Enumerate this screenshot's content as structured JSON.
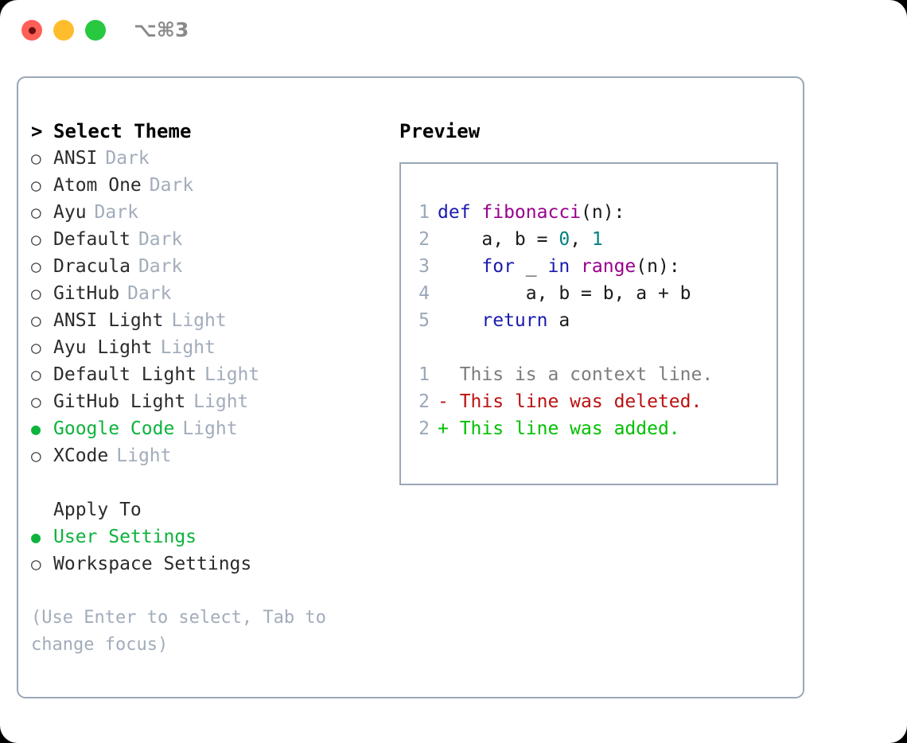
{
  "titlebar": {
    "shortcut": "⌥⌘3",
    "lights": [
      {
        "name": "close",
        "color": "#ff5f57"
      },
      {
        "name": "minimize",
        "color": "#ffbd2e"
      },
      {
        "name": "maximize",
        "color": "#28c840"
      }
    ]
  },
  "theme_picker": {
    "header_prompt": ">",
    "header_label": "Select Theme",
    "unselected_bullet": "○",
    "selected_bullet": "●",
    "items": [
      {
        "name": "ANSI",
        "tag": "Dark",
        "selected": false
      },
      {
        "name": "Atom One",
        "tag": "Dark",
        "selected": false
      },
      {
        "name": "Ayu",
        "tag": "Dark",
        "selected": false
      },
      {
        "name": "Default",
        "tag": "Dark",
        "selected": false
      },
      {
        "name": "Dracula",
        "tag": "Dark",
        "selected": false
      },
      {
        "name": "GitHub",
        "tag": "Dark",
        "selected": false
      },
      {
        "name": "ANSI Light",
        "tag": "Light",
        "selected": false
      },
      {
        "name": "Ayu Light",
        "tag": "Light",
        "selected": false
      },
      {
        "name": "Default Light",
        "tag": "Light",
        "selected": false
      },
      {
        "name": "GitHub Light",
        "tag": "Light",
        "selected": false
      },
      {
        "name": "Google Code",
        "tag": "Light",
        "selected": true
      },
      {
        "name": "XCode",
        "tag": "Light",
        "selected": false
      }
    ]
  },
  "apply_to": {
    "title": "Apply To",
    "options": [
      {
        "name": "User Settings",
        "selected": true
      },
      {
        "name": "Workspace Settings",
        "selected": false
      }
    ]
  },
  "hint": "(Use Enter to select, Tab to change focus)",
  "preview": {
    "title": "Preview",
    "code_lines": [
      {
        "number": "1",
        "tokens": [
          {
            "text": "def ",
            "type": "kw"
          },
          {
            "text": "fibonacci",
            "type": "fn"
          },
          {
            "text": "(n):",
            "type": "plain"
          }
        ]
      },
      {
        "number": "2",
        "tokens": [
          {
            "text": "    a, b = ",
            "type": "plain"
          },
          {
            "text": "0",
            "type": "num"
          },
          {
            "text": ", ",
            "type": "plain"
          },
          {
            "text": "1",
            "type": "num"
          }
        ]
      },
      {
        "number": "3",
        "tokens": [
          {
            "text": "    ",
            "type": "plain"
          },
          {
            "text": "for",
            "type": "kw"
          },
          {
            "text": " _ ",
            "type": "plain"
          },
          {
            "text": "in",
            "type": "kw"
          },
          {
            "text": " ",
            "type": "plain"
          },
          {
            "text": "range",
            "type": "fn"
          },
          {
            "text": "(n):",
            "type": "plain"
          }
        ]
      },
      {
        "number": "4",
        "tokens": [
          {
            "text": "        a, b = b, a + b",
            "type": "plain"
          }
        ]
      },
      {
        "number": "5",
        "tokens": [
          {
            "text": "    ",
            "type": "plain"
          },
          {
            "text": "return",
            "type": "kw"
          },
          {
            "text": " a",
            "type": "plain"
          }
        ]
      }
    ],
    "diff_lines": [
      {
        "number": "1",
        "marker": " ",
        "text": " This is a context line.",
        "type": "ctx"
      },
      {
        "number": "2",
        "marker": "-",
        "text": " This line was deleted.",
        "type": "del"
      },
      {
        "number": "2",
        "marker": "+",
        "text": " This line was added.",
        "type": "add"
      }
    ]
  },
  "colors": {
    "accent_green": "#0cb33c",
    "muted": "#a2acbb",
    "border": "#9aa7b8",
    "keyword": "#1a1ab0",
    "function": "#99008c",
    "number": "#008080",
    "diff_added": "#00c000",
    "diff_deleted": "#bb1111",
    "diff_context": "#7d7d7d"
  }
}
